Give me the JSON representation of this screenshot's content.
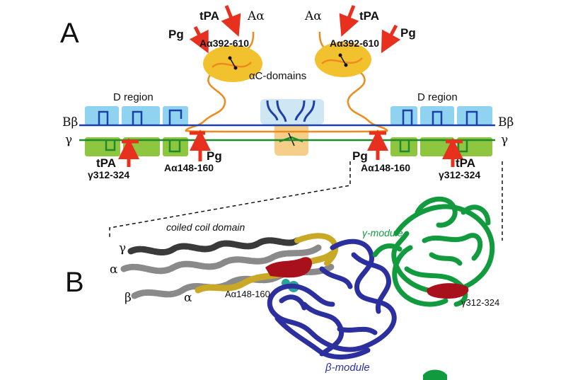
{
  "panels": {
    "a": "A",
    "b": "B"
  },
  "panel_a": {
    "tpa": "tPA",
    "pg": "Pg",
    "a_alpha": "Aα",
    "ac_domains": "αC-domains",
    "a_alpha_392_610": "Aα392-610",
    "d_region": "D region",
    "b_beta": "Bβ",
    "gamma": "γ",
    "gamma_312_324": "γ312-324",
    "a_alpha_148_160": "Aα148-160"
  },
  "panel_b": {
    "coiled_coil": "coiled coil domain",
    "gamma": "γ",
    "alpha": "α",
    "beta": "β",
    "gamma_module": "γ-module",
    "beta_module": "β-module",
    "a_alpha_148_160": "Aα148-160",
    "gamma_312_324": "γ312-324"
  },
  "colors": {
    "d_region_blue": "#8fd3f0",
    "d_region_green": "#8fc63f",
    "ac_domain": "#f2c12e",
    "chain_orange": "#f08a1c",
    "chain_blue": "#1d3fa8",
    "chain_green": "#1e8a2e",
    "arrow_red": "#e8301e",
    "beta_module": "#2c2f9e",
    "gamma_module": "#129a3e",
    "binding_site_red": "#a8101c",
    "coil_gold": "#c9a826",
    "coil_gray": "#8a8a8a",
    "coil_dark": "#3a3a3a"
  }
}
